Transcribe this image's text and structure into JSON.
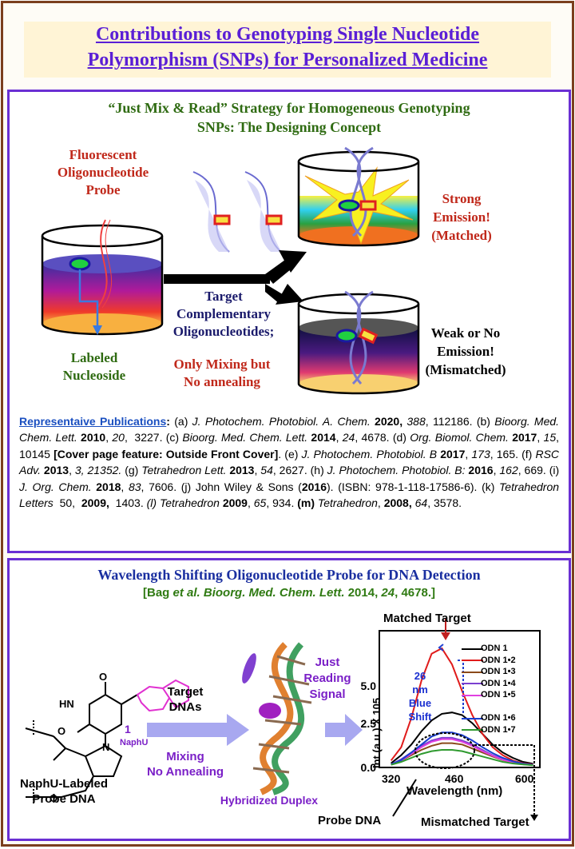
{
  "title": {
    "line1": "Contributions to Genotyping Single Nucleotide",
    "line2": "Polymorphism (SNPs) for Personalized Medicine"
  },
  "panel1": {
    "heading_line1": "“Just Mix & Read” Strategy for Homogeneous Genotyping",
    "heading_line2": "SNPs: The Designing Concept",
    "probe_label": [
      "Fluorescent",
      "Oligonucleotide",
      "Probe"
    ],
    "labeled_nucleoside": [
      "Labeled",
      "Nucleoside"
    ],
    "target_label": [
      "Target",
      "Complementary",
      "Oligonucleotides;"
    ],
    "mixing_label": [
      "Only Mixing but",
      "No annealing"
    ],
    "strong_label": [
      "Strong",
      "Emission!",
      "(Matched)"
    ],
    "weak_label": [
      "Weak or No",
      "Emission!",
      "(Mismatched)"
    ],
    "publications": {
      "heading": "Representaive Publications",
      "items": [
        {
          "id": "a",
          "journal": "J. Photochem. Photobiol. A. Chem.",
          "year": "2020",
          "vol": "388",
          "pages": "112186"
        },
        {
          "id": "b",
          "journal": "Bioorg. Med. Chem. Lett.",
          "year": "2010",
          "vol": "20",
          "pages": "3227"
        },
        {
          "id": "c",
          "journal": "Bioorg. Med. Chem. Lett.",
          "year": "2014",
          "vol": "24",
          "pages": "4678"
        },
        {
          "id": "d",
          "journal": "Org. Biomol. Chem.",
          "year": "2017",
          "vol": "15",
          "pages": "10145",
          "note": "[Cover page feature: Outside Front Cover]"
        },
        {
          "id": "e",
          "journal": "J. Photochem. Photobiol. B",
          "year": "2017",
          "vol": "173",
          "pages": "165"
        },
        {
          "id": "f",
          "journal": "RSC Adv.",
          "year": "2013",
          "vol": "3",
          "pages": "21352"
        },
        {
          "id": "g",
          "journal": "Tetrahedron Lett.",
          "year": "2013",
          "vol": "54",
          "pages": "2627"
        },
        {
          "id": "h",
          "journal": "J. Photochem. Photobiol. B:",
          "year": "2016",
          "vol": "162",
          "pages": "669"
        },
        {
          "id": "i",
          "journal": "J. Org. Chem.",
          "year": "2018",
          "vol": "83",
          "pages": "7606"
        },
        {
          "id": "j",
          "journal": "John Wiley & Sons",
          "year": "2016",
          "note": "(ISBN: 978-1-118-17586-6)"
        },
        {
          "id": "k",
          "journal": "Tetrahedron Letters",
          "vol": "50",
          "year": "2009",
          "pages": "1403"
        },
        {
          "id": "l",
          "journal": "Tetrahedron",
          "year": "2009",
          "vol": "65",
          "pages": "934"
        },
        {
          "id": "m",
          "journal": "Tetrahedron",
          "year": "2008",
          "vol": "64",
          "pages": "3578"
        }
      ]
    }
  },
  "panel2": {
    "heading": "Wavelength Shifting Oligonucleotide  Probe for DNA Detection",
    "citation": {
      "prefix": "[Bag ",
      "etal": "et al.",
      "journal": " Bioorg. Med. Chem. Lett.",
      "rest1": " 2014, ",
      "vol": "24",
      "rest2": ", 4678.]"
    },
    "molecule_label": [
      "NaphU-Labeled",
      "Probe DNA"
    ],
    "compound_number": "1",
    "compound_sub": "NaphU",
    "target_dnas": [
      "Target",
      "DNAs"
    ],
    "mixing": [
      "Mixing",
      "No Annealing"
    ],
    "hybridized": "Hybridized Duplex",
    "just_reading": [
      "Just",
      "Reading",
      "Signal"
    ],
    "matched_target": "Matched Target",
    "mismatched_target": "Mismatched Target",
    "probe_dna": "Probe DNA",
    "blue_shift": [
      "26",
      "nm",
      "Blue",
      "Shift"
    ]
  },
  "chart_data": {
    "type": "line",
    "xlabel": "Wavelength (nm)",
    "ylabel": "Int.(a.u.) X 105",
    "xticks": [
      320,
      460,
      600
    ],
    "yticks": [
      "0.0",
      "2.5",
      "5.0"
    ],
    "xlim": [
      300,
      610
    ],
    "ylim": [
      0,
      5.0
    ],
    "series": [
      {
        "name": "ODN 1",
        "color": "#000000",
        "x": [
          320,
          340,
          360,
          380,
          400,
          420,
          440,
          460,
          480,
          500,
          520,
          540,
          560,
          580,
          600
        ],
        "y": [
          0.1,
          0.4,
          0.8,
          1.3,
          1.7,
          1.95,
          2.0,
          1.9,
          1.6,
          1.2,
          0.8,
          0.5,
          0.3,
          0.15,
          0.08
        ]
      },
      {
        "name": "ODN 1•2",
        "color": "#e01b1b",
        "x": [
          320,
          340,
          360,
          380,
          400,
          420,
          440,
          460,
          480,
          500,
          520,
          540,
          560,
          580,
          600
        ],
        "y": [
          0.2,
          0.7,
          1.8,
          3.2,
          4.2,
          4.4,
          3.8,
          2.8,
          1.9,
          1.2,
          0.7,
          0.4,
          0.2,
          0.1,
          0.05
        ]
      },
      {
        "name": "ODN 1•3",
        "color": "#8b4a1a",
        "x": [
          320,
          340,
          360,
          380,
          400,
          420,
          440,
          460,
          480,
          500,
          520,
          540,
          560,
          580,
          600
        ],
        "y": [
          0.05,
          0.2,
          0.4,
          0.6,
          0.75,
          0.85,
          0.85,
          0.8,
          0.65,
          0.5,
          0.35,
          0.22,
          0.12,
          0.06,
          0.03
        ]
      },
      {
        "name": "ODN 1•4",
        "color": "#7a3fd0",
        "x": [
          320,
          340,
          360,
          380,
          400,
          420,
          440,
          460,
          480,
          500,
          520,
          540,
          560,
          580,
          600
        ],
        "y": [
          0.05,
          0.25,
          0.5,
          0.75,
          0.95,
          1.05,
          1.05,
          0.95,
          0.8,
          0.6,
          0.4,
          0.25,
          0.14,
          0.07,
          0.03
        ]
      },
      {
        "name": "ODN 1•5",
        "color": "#e040e0",
        "x": [
          320,
          340,
          360,
          380,
          400,
          420,
          440,
          460,
          480,
          500,
          520,
          540,
          560,
          580,
          600
        ],
        "y": [
          0.05,
          0.2,
          0.45,
          0.7,
          0.9,
          1.0,
          1.0,
          0.9,
          0.75,
          0.55,
          0.38,
          0.23,
          0.13,
          0.06,
          0.03
        ]
      },
      {
        "name": "ODN 1•6",
        "color": "#1a3fd0",
        "x": [
          320,
          340,
          360,
          380,
          400,
          420,
          440,
          460,
          480,
          500,
          520,
          540,
          560,
          580,
          600
        ],
        "y": [
          0.05,
          0.22,
          0.5,
          0.8,
          1.1,
          1.25,
          1.25,
          1.15,
          0.95,
          0.7,
          0.48,
          0.3,
          0.17,
          0.08,
          0.04
        ]
      },
      {
        "name": "ODN 1•7",
        "color": "#2f9a2f",
        "x": [
          320,
          340,
          360,
          380,
          400,
          420,
          440,
          460,
          480,
          500,
          520,
          540,
          560,
          580,
          600
        ],
        "y": [
          0.04,
          0.15,
          0.3,
          0.45,
          0.55,
          0.6,
          0.6,
          0.55,
          0.45,
          0.35,
          0.25,
          0.15,
          0.09,
          0.05,
          0.02
        ]
      }
    ]
  },
  "colors": {
    "frame": "#7b3f1e",
    "panel_border": "#6a2fd3",
    "title": "#5a1fd6",
    "heading_green": "#2f6b12",
    "heading_blue": "#1a2fa0",
    "accent_red": "#c0281a",
    "accent_purple": "#7a1fc7"
  }
}
